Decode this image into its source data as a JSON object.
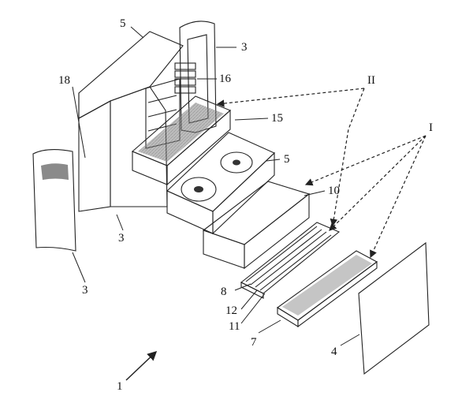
{
  "labels": {
    "l1": "1",
    "l3a": "3",
    "l3b": "3",
    "l3c": "3",
    "l4": "4",
    "l5a": "5",
    "l5b": "5",
    "l7": "7",
    "l8": "8",
    "l10": "10",
    "l11": "11",
    "l12": "12",
    "l15": "15",
    "l16": "16",
    "l18": "18",
    "lI": "I",
    "lII": "II"
  },
  "colors": {
    "dark": "#3a3a3a",
    "mid": "#7a7a7a",
    "light": "#bdbdbd",
    "pale": "#e4e4e4",
    "speckle": "#cfcfcf"
  }
}
